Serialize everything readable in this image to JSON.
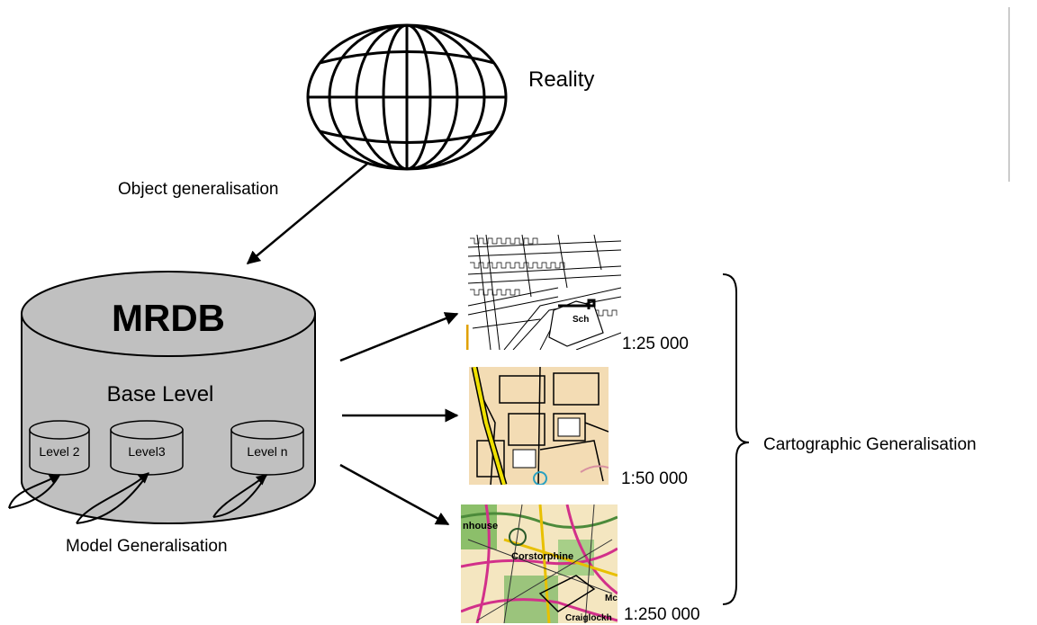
{
  "labels": {
    "reality": "Reality",
    "object_generalisation": "Object generalisation",
    "mrdb": "MRDB",
    "base_level": "Base Level",
    "model_generalisation": "Model Generalisation",
    "cartographic_generalisation": "Cartographic Generalisation"
  },
  "levels": [
    "Level 2",
    "Level3",
    "Level n"
  ],
  "maps": [
    {
      "scale": "1:25 000",
      "place_label": "Sch"
    },
    {
      "scale": "1:50 000"
    },
    {
      "scale": "1:250 000",
      "place_labels": [
        "nhouse",
        "Corstorphine",
        "Craiglockh",
        "Mc"
      ]
    }
  ],
  "colors": {
    "cylinder_fill": "#c0c0c0",
    "line": "#000000",
    "map_cream": "#f3dcb4",
    "map_road_yellow": "#f0e000",
    "map_green": "#4c8a3a",
    "map_magenta": "#d2308a"
  },
  "icons": [
    "globe-icon"
  ]
}
